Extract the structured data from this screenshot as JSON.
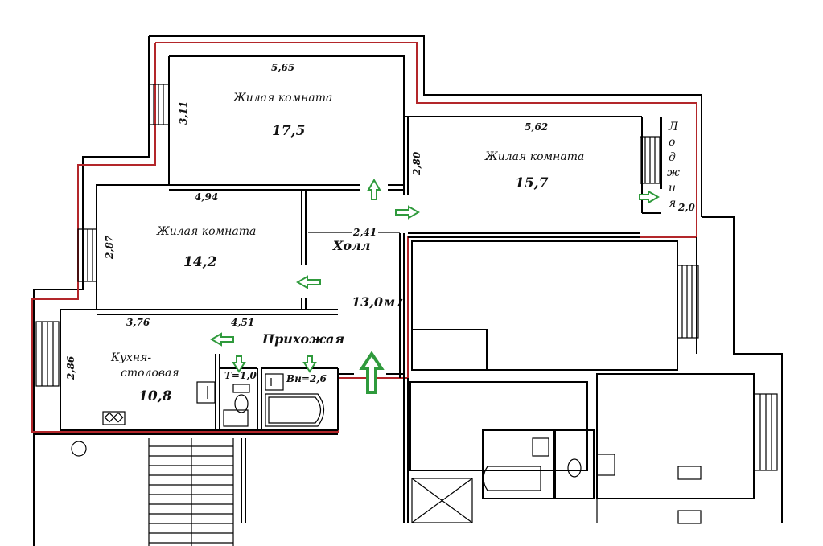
{
  "rooms": {
    "living_top": {
      "name": "Жилая комната",
      "area": "17,5",
      "width": "5,65",
      "depth": "3,11"
    },
    "living_right": {
      "name": "Жилая комната",
      "area": "15,7",
      "width": "5,62",
      "depth": "2,80"
    },
    "living_left": {
      "name": "Жилая комната",
      "area": "14,2",
      "width": "4,94",
      "depth": "2,87"
    },
    "kitchen": {
      "name_line1": "Кухня-",
      "name_line2": "столовая",
      "area": "10,8",
      "width": "3,76",
      "depth": "2,86"
    },
    "hall": {
      "name": "Холл",
      "width": "2,41"
    },
    "hallway": {
      "name": "Прихожая",
      "width": "4,51"
    },
    "wc": {
      "label": "Т=1,0"
    },
    "bath": {
      "label": "Вн=2,6"
    },
    "loggia": {
      "letters": [
        "Л",
        "о",
        "д",
        "ж",
        "и",
        "я"
      ],
      "area": "2,0"
    }
  },
  "total_area": "13,0м"
}
